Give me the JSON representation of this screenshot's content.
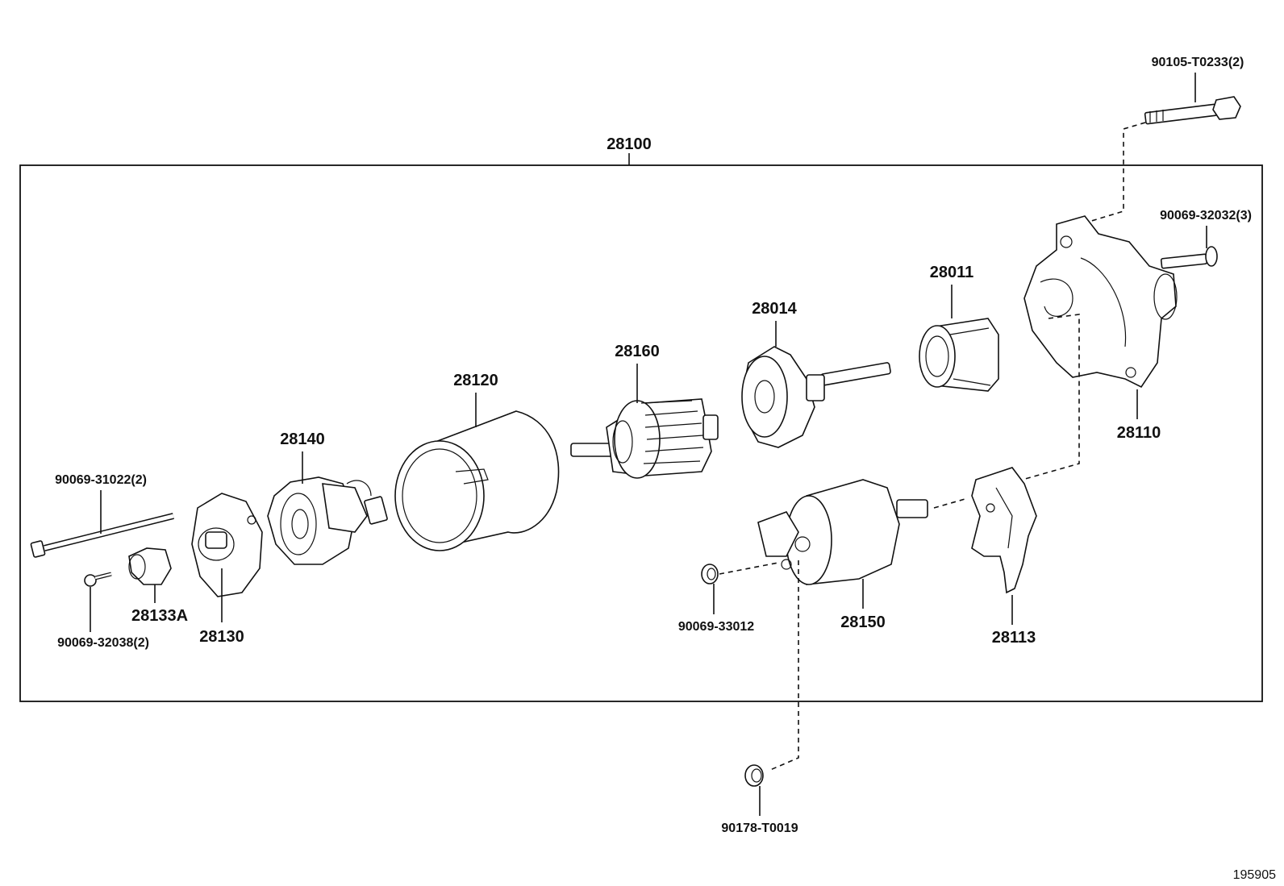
{
  "labels": {
    "assembly": "28100",
    "bolt_top": "90105-T0233(2)",
    "bolt_right": "90069-32032(3)",
    "drive_housing": "28110",
    "clutch": "28011",
    "gear": "28014",
    "armature": "28160",
    "yoke": "28120",
    "brush_holder": "28140",
    "through_bolt": "90069-31022(2)",
    "end_frame": "28130",
    "cap": "28133A",
    "screw": "90069-32038(2)",
    "nut_small": "90069-33012",
    "solenoid": "28150",
    "lever": "28113",
    "nut_bottom": "90178-T0019",
    "figure_number": "195905"
  }
}
